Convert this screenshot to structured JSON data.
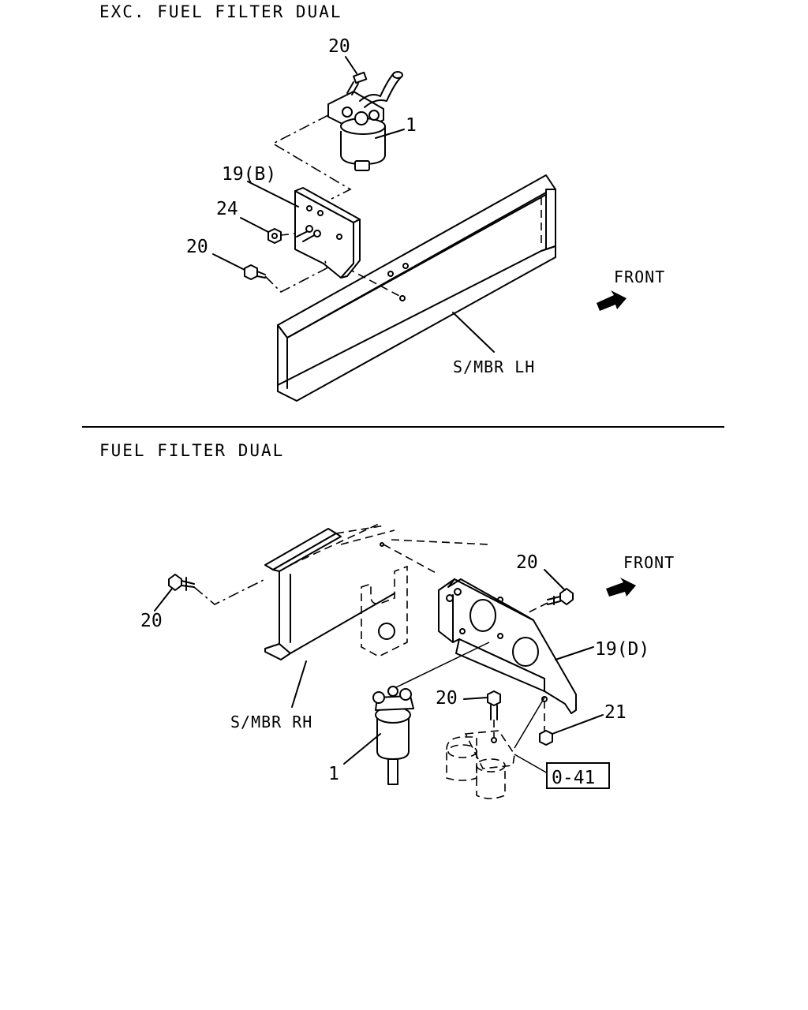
{
  "top_section": {
    "title": "EXC. FUEL FILTER DUAL",
    "callouts": {
      "bolt_top": "20",
      "filter": "1",
      "bracket": "19(B)",
      "nut": "24",
      "bolt_side": "20"
    },
    "frame_label": "S/MBR LH",
    "front_label": "FRONT"
  },
  "bottom_section": {
    "title": "FUEL FILTER DUAL",
    "callouts": {
      "bolt_left": "20",
      "bolt_right": "20",
      "bracket": "19(D)",
      "bolt_lower": "20",
      "nut": "21",
      "filter": "1",
      "reference_box": "0-41"
    },
    "frame_label": "S/MBR RH",
    "front_label": "FRONT"
  }
}
